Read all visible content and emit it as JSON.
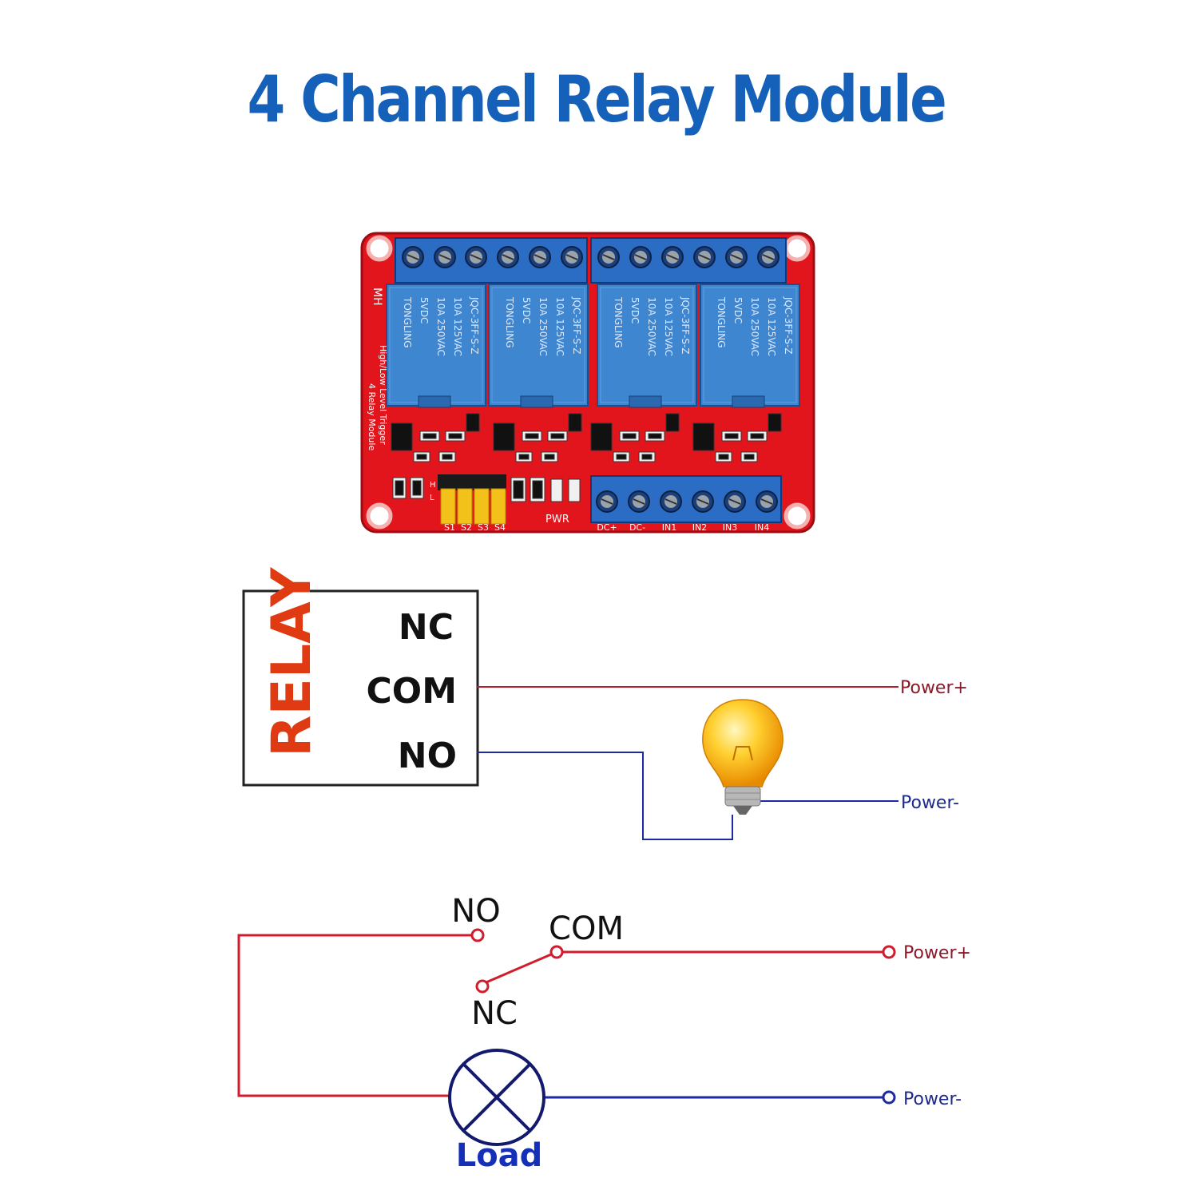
{
  "title": "4 Channel Relay Module",
  "colors": {
    "title": "#1560b8",
    "pcb": "#e2141c",
    "terminal": "#2b6dc4",
    "relay": "#3e86d0",
    "wire_positive": "#b01e2c",
    "wire_negative": "#1e2aa0",
    "relay_label": "#e03a12",
    "jumper": "#f2c21a"
  },
  "board": {
    "relay_markings": [
      "TONGLING",
      "5VDC",
      "10A 250VAC",
      "10A 125VAC",
      "JQC-3FF-S-Z"
    ],
    "jumper_labels": [
      "S1",
      "S2",
      "S3",
      "S4"
    ],
    "power_label": "PWR",
    "input_labels": [
      "DC+",
      "DC-",
      "IN1",
      "IN2",
      "IN3",
      "IN4"
    ],
    "side_text": [
      "MH",
      "4 Relay Module",
      "High/Low Level Trigger"
    ],
    "jumper_side": [
      "H",
      "L"
    ]
  },
  "diagram1": {
    "box_label": "RELAY",
    "nc": "NC",
    "com": "COM",
    "no": "NO",
    "power_plus": "Power+",
    "power_minus": "Power-",
    "lamp_icon": "light-bulb-icon"
  },
  "diagram2": {
    "no": "NO",
    "com": "COM",
    "nc": "NC",
    "power_plus": "Power+",
    "power_minus": "Power-",
    "load": "Load",
    "load_icon": "lamp-symbol-icon"
  }
}
